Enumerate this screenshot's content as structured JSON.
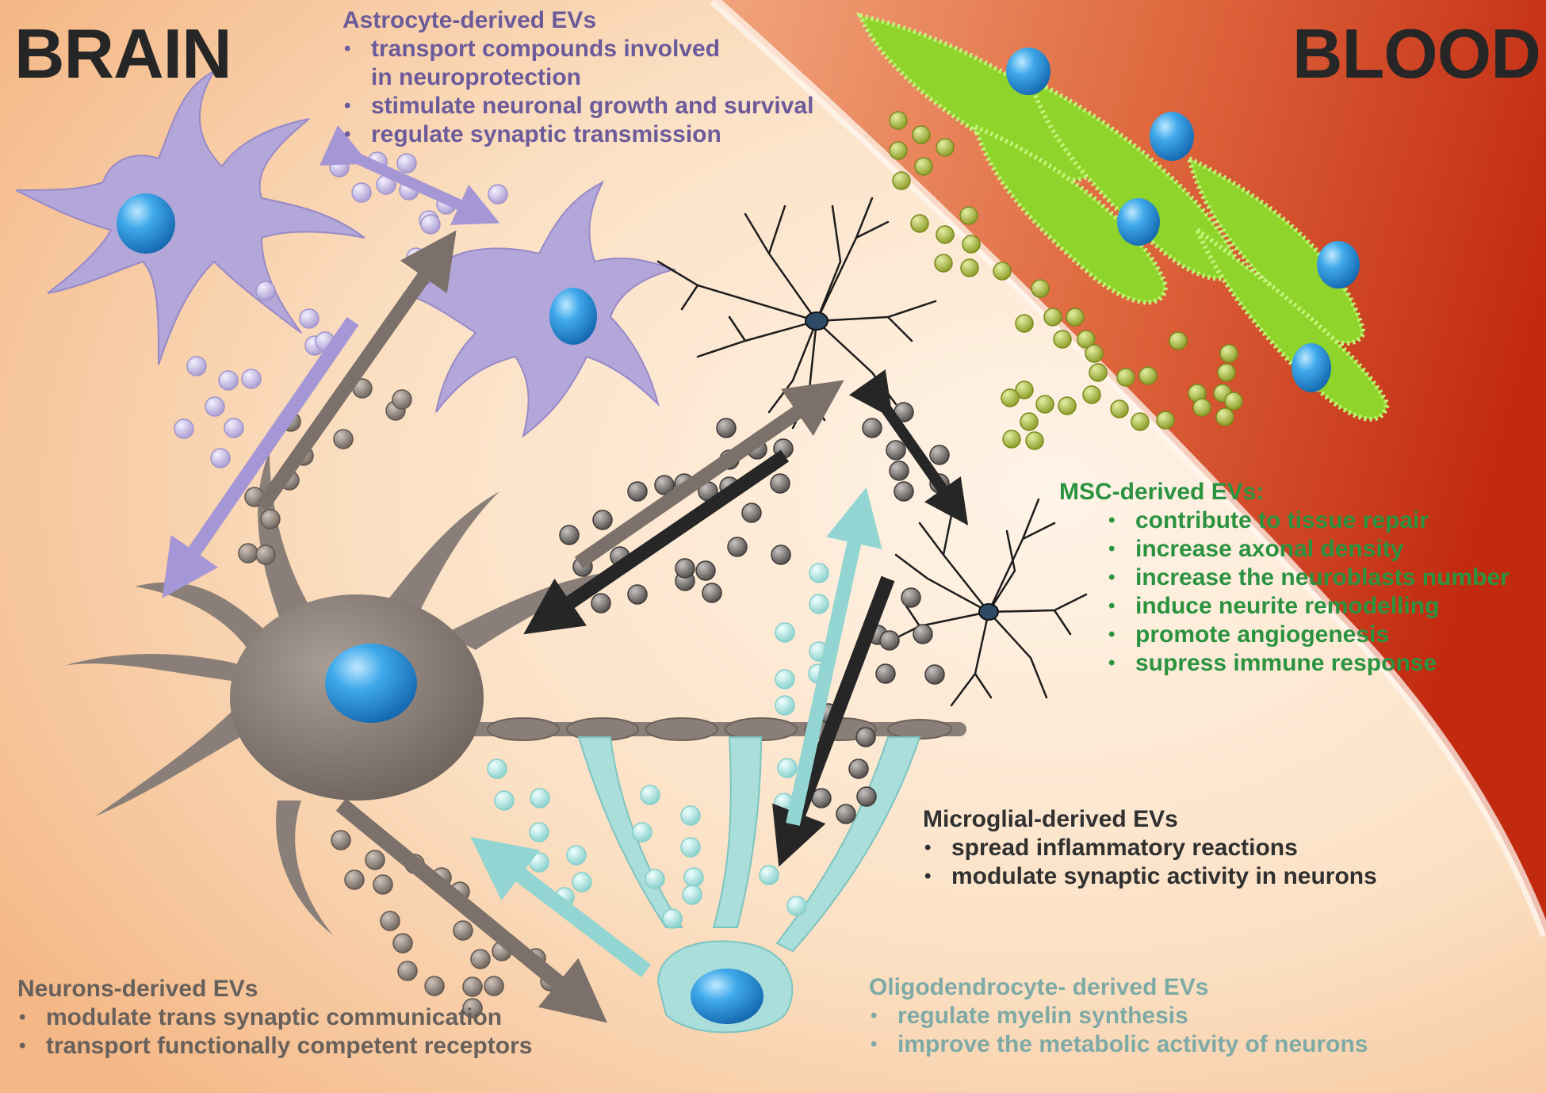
{
  "regions": {
    "brain": "BRAIN",
    "blood": "BLOOD"
  },
  "astrocyte": {
    "title": "Astrocyte-derived EVs",
    "items": [
      "transport compounds involved",
      "in neuroprotection",
      "stimulate neuronal growth and survival",
      "regulate synaptic transmission"
    ]
  },
  "msc": {
    "title": "MSC-derived EVs:",
    "items": [
      "contribute to tissue repair",
      "increase axonal density",
      "increase the neuroblasts number",
      "induce neurite remodelling",
      "promote angiogenesis",
      "supress immune response"
    ]
  },
  "microglia": {
    "title": "Microglial-derived EVs",
    "items": [
      "spread inflammatory reactions",
      "modulate synaptic activity in neurons"
    ]
  },
  "neurons": {
    "title": "Neurons-derived EVs",
    "items": [
      "modulate trans synaptic communication",
      "transport functionally competent receptors"
    ]
  },
  "oligodendrocyte": {
    "title": "Oligodendrocyte- derived EVs",
    "items": [
      "regulate myelin synthesis",
      "improve the metabolic activity of neurons"
    ]
  },
  "colors": {
    "brain_bg": "#f7c79a",
    "blood": "#c8341a",
    "astrocyte": "#b3a7d9",
    "msc_cell": "#8fd42a",
    "neuron": "#8a7f78",
    "oligodendrocyte": "#a9dedb",
    "microglia": "#3a3a3a",
    "nucleus": "#2e9be0"
  }
}
